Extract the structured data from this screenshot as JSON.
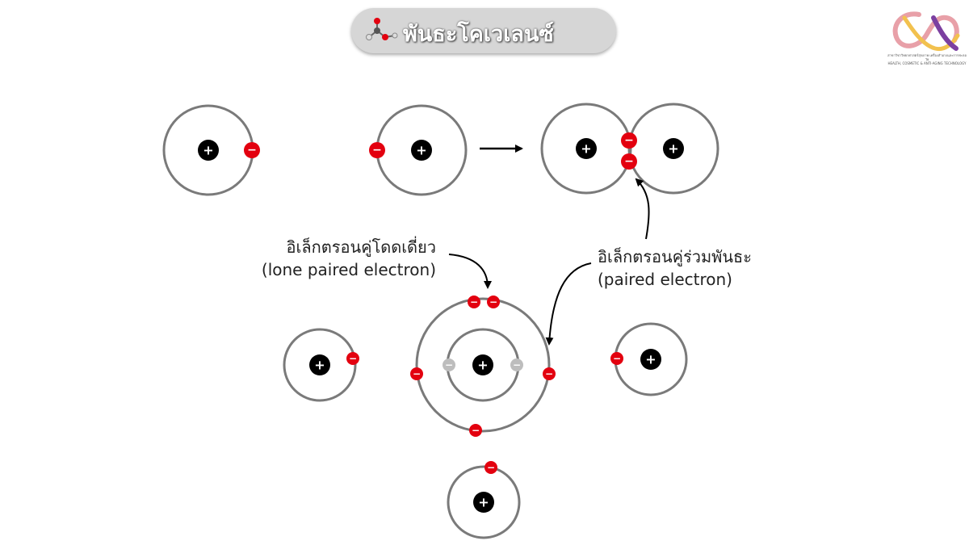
{
  "header": {
    "title": "พันธะโคเวเลนซ์",
    "icon": "molecule-icon"
  },
  "logo": {
    "icon": "alpha-ribbon-logo",
    "caption_line1": "สาขาวิชาวิทยาศาสตร์สุขภาพ เครื่องสำอางและการชะลอวัย",
    "caption_line2": "HEALTH, COSMETIC & ANTI-AGING TECHNOLOGY"
  },
  "annotations": {
    "lone_pair": {
      "thai": "อิเล็กตรอนคู่โดดเดี่ยว",
      "english": "(lone paired electron)"
    },
    "shared_pair": {
      "thai": "อิเล็กตรอนคู่ร่วมพันธะ",
      "english": "(paired electron)"
    }
  },
  "symbols": {
    "nucleus": "+",
    "electron": "−"
  },
  "colors": {
    "nucleus": "#000000",
    "electron": "#e3000f",
    "inner_electron": "#bdbdbd",
    "orbit": "#7a7a7a",
    "title_pill": "#d6d6d6"
  }
}
